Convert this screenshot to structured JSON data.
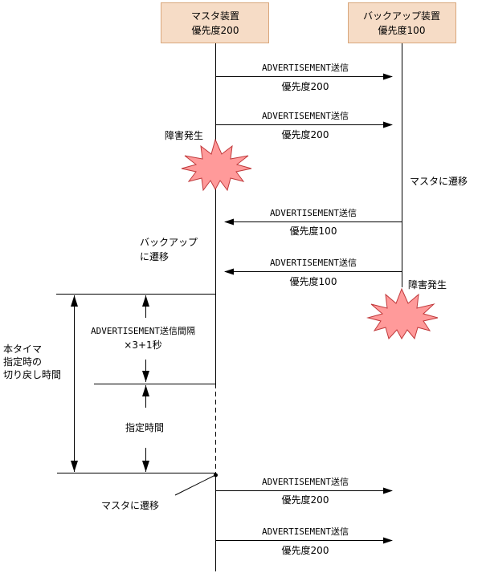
{
  "devices": {
    "master": {
      "name": "マスタ装置",
      "priority": "優先度200"
    },
    "backup": {
      "name": "バックアップ装置",
      "priority": "優先度100"
    }
  },
  "messages": [
    {
      "label": "ADVERTISEMENT送信",
      "priority": "優先度200",
      "direction": "master-to-backup"
    },
    {
      "label": "ADVERTISEMENT送信",
      "priority": "優先度200",
      "direction": "master-to-backup"
    },
    {
      "label": "ADVERTISEMENT送信",
      "priority": "優先度100",
      "direction": "backup-to-master"
    },
    {
      "label": "ADVERTISEMENT送信",
      "priority": "優先度100",
      "direction": "backup-to-master"
    },
    {
      "label": "ADVERTISEMENT送信",
      "priority": "優先度200",
      "direction": "master-to-backup"
    },
    {
      "label": "ADVERTISEMENT送信",
      "priority": "優先度200",
      "direction": "master-to-backup"
    }
  ],
  "events": {
    "master_failure": "障害発生",
    "backup_to_master": "マスタに遷移",
    "master_to_backup_line1": "バックアップ",
    "master_to_backup_line2": "に遷移",
    "backup_failure": "障害発生",
    "revert_to_master": "マスタに遷移"
  },
  "intervals": {
    "advert_interval_line1": "ADVERTISEMENT送信間隔",
    "advert_interval_line2": "×3+1秒",
    "specified_time": "指定時間",
    "timer_line1": "本タイマ",
    "timer_line2": "指定時の",
    "timer_line3": "切り戻し時間"
  },
  "colors": {
    "device_box_fill": "#f6dcc6",
    "device_box_border": "#d9a77c",
    "failure_fill": "#ff9a9a",
    "failure_border": "#c0393b"
  }
}
